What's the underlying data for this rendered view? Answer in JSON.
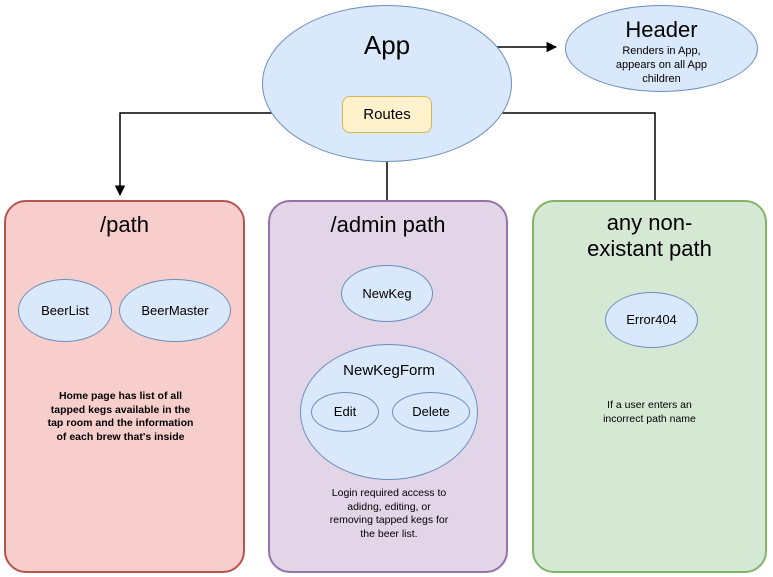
{
  "diagram": {
    "title": "React app routing structure diagram",
    "colors": {
      "blue_fill": "#dae8fc",
      "blue_stroke": "#6c8ebf",
      "yellow_fill": "#fff2cc",
      "yellow_stroke": "#d6b656",
      "pink_fill": "#f8cecc",
      "pink_stroke": "#b85450",
      "purple_fill": "#e1d5e7",
      "purple_stroke": "#9673a6",
      "green_fill": "#d5e8d4",
      "green_stroke": "#82b366",
      "connector": "#000000"
    }
  },
  "app": {
    "label": "App"
  },
  "routes": {
    "label": "Routes"
  },
  "header": {
    "label": "Header",
    "description": "Renders in App,\nappears on all App\nchildren"
  },
  "path_group": {
    "label": "/path",
    "children": [
      {
        "label": "BeerList"
      },
      {
        "label": "BeerMaster"
      }
    ],
    "description": "Home page has list of all\ntapped kegs available in the\ntap room and the information\nof each brew that's inside"
  },
  "admin_group": {
    "label": "/admin path",
    "children": [
      {
        "label": "NewKeg"
      },
      {
        "label": "NewKegForm"
      }
    ],
    "form_children": [
      {
        "label": "Edit"
      },
      {
        "label": "Delete"
      }
    ],
    "description": "Login required access to\nadidng, editing, or\nremoving tapped kegs for\nthe beer list."
  },
  "error_group": {
    "label": "any non-\nexistant path",
    "children": [
      {
        "label": "Error404"
      }
    ],
    "description": "If a user enters an\nincorrect path name"
  }
}
